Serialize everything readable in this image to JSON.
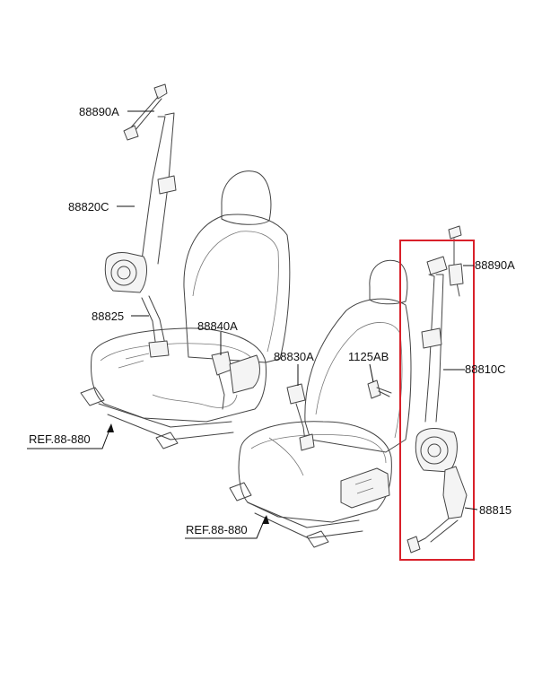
{
  "labels": {
    "anchor_left": "88890A",
    "belt_left": "88820C",
    "pretensioner_left": "88825",
    "buckle_left": "88840A",
    "ref_left": "REF.88-880",
    "buckle_right": "88830A",
    "bolt": "1125AB",
    "anchor_right": "88890A",
    "belt_right": "88810C",
    "pretensioner_right": "88815",
    "ref_right": "REF.88-880"
  },
  "colors": {
    "highlight": "#d9202a",
    "line": "#111111",
    "background": "#ffffff"
  }
}
